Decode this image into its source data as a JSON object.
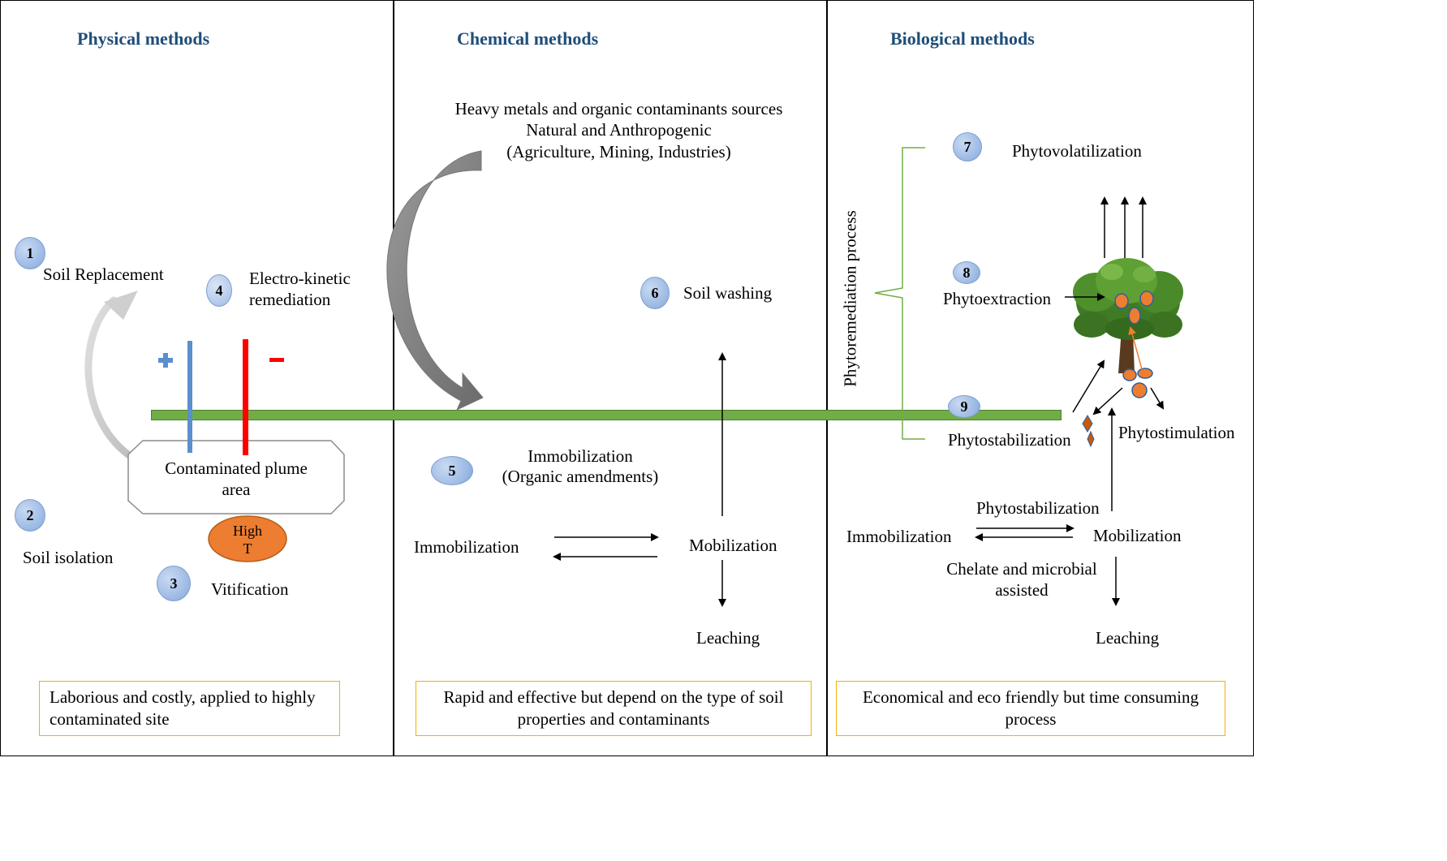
{
  "sections": {
    "physical": {
      "heading": "Physical methods",
      "items": [
        {
          "num": "1",
          "label": "Soil Replacement"
        },
        {
          "num": "2",
          "label": "Soil isolation"
        },
        {
          "num": "3",
          "label": "Vitification"
        },
        {
          "num": "4",
          "label_line1": "Electro-kinetic",
          "label_line2": "remediation"
        }
      ],
      "plus": "+",
      "minus": "–",
      "plume_line1": "Contaminated plume",
      "plume_line2": "area",
      "high_t_line1": "High",
      "high_t_line2": "T",
      "note_line1": "Laborious and costly, applied to highly",
      "note_line2": "contaminated site"
    },
    "chemical": {
      "heading": "Chemical methods",
      "sources_line1": "Heavy metals and organic contaminants sources",
      "sources_line2": "Natural and Anthropogenic",
      "sources_line3": "(Agriculture, Mining, Industries)",
      "items": [
        {
          "num": "5",
          "label_line1": "Immobilization",
          "label_line2": "(Organic amendments)"
        },
        {
          "num": "6",
          "label": "Soil washing"
        }
      ],
      "immobilization": "Immobilization",
      "mobilization": "Mobilization",
      "leaching": "Leaching",
      "note_line1": "Rapid and effective but depend on the type of soil",
      "note_line2": "properties and contaminants"
    },
    "biological": {
      "heading": "Biological methods",
      "process_label": "Phytoremediation process",
      "items": [
        {
          "num": "7",
          "label": "Phytovolatilization"
        },
        {
          "num": "8",
          "label": "Phytoextraction"
        },
        {
          "num": "9",
          "label": "Phytostabilization"
        }
      ],
      "phytostimulation": "Phytostimulation",
      "phytostabilization_arrow": "Phytostabilization",
      "immobilization": "Immobilization",
      "mobilization": "Mobilization",
      "chelate_line1": "Chelate and microbial",
      "chelate_line2": "assisted",
      "leaching": "Leaching",
      "note_line1": "Economical and eco friendly but time consuming",
      "note_line2": "process"
    }
  },
  "colors": {
    "heading": "#1f4e79",
    "ground": "#70ad47",
    "anode": "#5b8fce",
    "cathode": "#ff0000",
    "heat": "#ed7d31",
    "note_border": "#f2b200",
    "bracket": "#70ad47"
  }
}
